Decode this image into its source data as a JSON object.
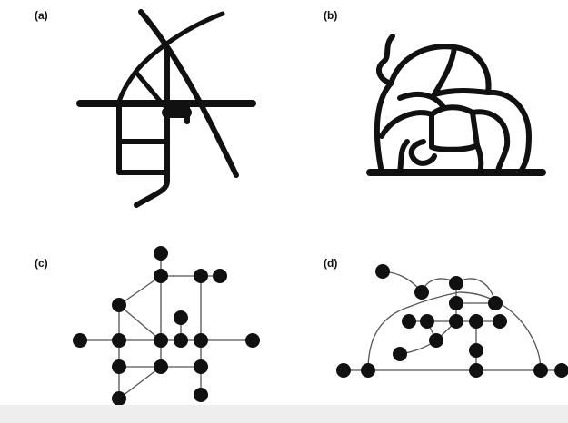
{
  "panels": [
    {
      "id": "a",
      "label": "(a)"
    },
    {
      "id": "b",
      "label": "(b)"
    },
    {
      "id": "c",
      "label": "(c)"
    },
    {
      "id": "d",
      "label": "(d)"
    }
  ],
  "colors": {
    "ink": "#111111",
    "edge": "#555555",
    "background": "#ffffff",
    "footer": "#eeeeee"
  }
}
